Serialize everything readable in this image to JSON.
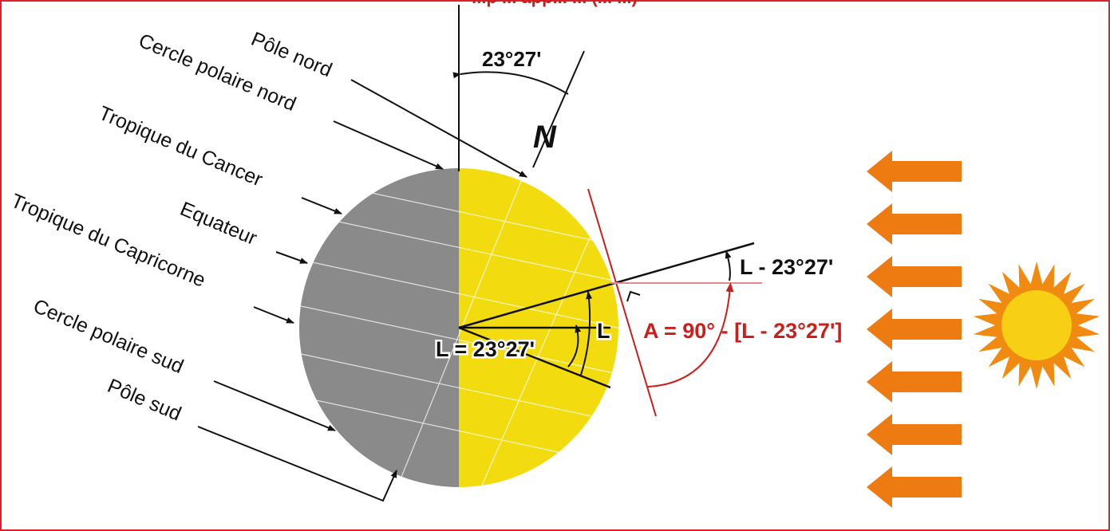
{
  "title": "...p ... app... ... (... ...)",
  "labels": {
    "pole_nord": "Pôle nord",
    "cercle_polaire_nord": "Cercle polaire nord",
    "tropique_cancer": "Tropique du Cancer",
    "equateur": "Equateur",
    "tropique_capricorne": "Tropique du Capricorne",
    "cercle_polaire_sud": "Cercle polaire sud",
    "pole_sud": "Pôle sud"
  },
  "angles": {
    "tilt": "23°27'",
    "north": "N",
    "latitude_eq": "L = 23°27'",
    "l_short": "L",
    "l_minus": "L - 23°27'",
    "altitude_formula": "A = 90° - [L - 23°27']"
  },
  "colors": {
    "frame": "#e0202a",
    "night": "#8a8a8a",
    "day": "#f2dc10",
    "arrow": "#ee7a12",
    "sun": "#f7cf14",
    "sun_rays": "#f08a10",
    "formula": "#c8201c"
  },
  "sun_rays_count": 7
}
